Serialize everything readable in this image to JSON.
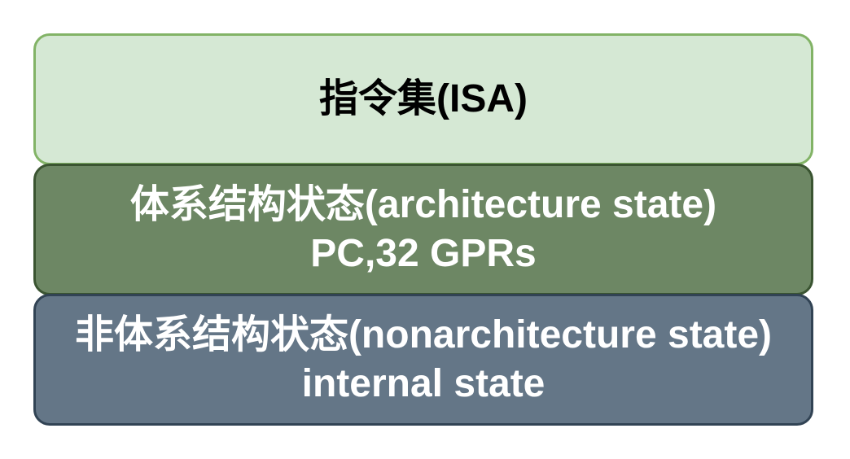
{
  "layers": {
    "isa": {
      "title": "指令集(ISA)"
    },
    "arch": {
      "title": "体系结构状态(architecture state)",
      "detail": "PC,32 GPRs"
    },
    "nonarch": {
      "title": "非体系结构状态(nonarchitecture state)",
      "detail": "internal state"
    }
  },
  "colors": {
    "isa_fill": "#d5e8d4",
    "isa_border": "#82b366",
    "arch_fill": "#6d8764",
    "arch_border": "#3a5431",
    "nonarch_fill": "#647687",
    "nonarch_border": "#314354"
  }
}
